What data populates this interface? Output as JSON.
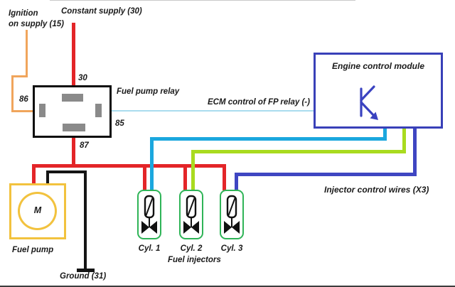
{
  "supply": {
    "ignition_line1": "Ignition",
    "ignition_line2": "on supply (15)",
    "constant": "Constant supply (30)"
  },
  "relay": {
    "name": "Fuel pump relay",
    "pins": {
      "p30": "30",
      "p86": "86",
      "p85": "85",
      "p87": "87"
    }
  },
  "ecm": {
    "name": "Engine control module",
    "control_label": "ECM control of FP relay (-)"
  },
  "injectors": {
    "cyl1": "Cyl. 1",
    "cyl2": "Cyl. 2",
    "cyl3": "Cyl. 3",
    "group_label": "Fuel injectors",
    "wires_label": "Injector control wires (X3)"
  },
  "pump": {
    "name": "Fuel pump",
    "motor": "M"
  },
  "ground": {
    "label": "Ground (31)"
  },
  "colors": {
    "red_wire": "#E32528",
    "orange_wire": "#F0A55C",
    "cyan_wire": "#1BA7DE",
    "green_wire": "#A9DB1F",
    "blue_wire": "#3F46C2",
    "pale_blue_wire": "#A9DCEE",
    "black_wire": "#141414",
    "ecm_border": "#3940B8",
    "transistor_blue": "#3A42C0",
    "pump_border": "#F2C23E",
    "injector_border": "#2FB457",
    "pin_gray": "#8a8a8a"
  }
}
